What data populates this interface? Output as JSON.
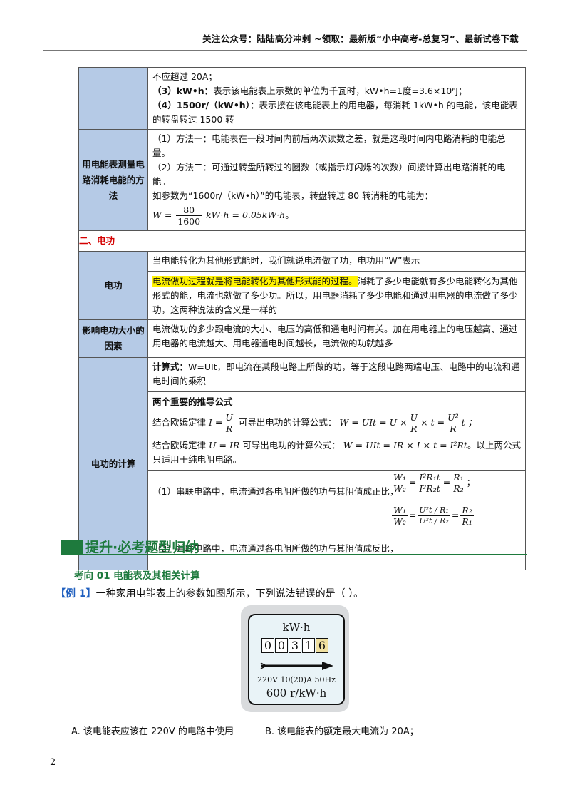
{
  "header": {
    "text": "关注公众号：陆陆高分冲刺  ~领取：最新版“小中高考-总复习”、最新试卷下载"
  },
  "table1": {
    "r1_l1": "不应超过 20A；",
    "r1_l2_b": "（3）kW•h：",
    "r1_l2": "表示该电能表上示数的单位为千瓦时，kW•h=1度=3.6×10⁶J；",
    "r1_l3_b": "（4）1500r/（kW•h）：",
    "r1_l3": "表示接在该电能表上的用电器，每消耗 1kW•h 的电能，该电能表的转盘转过 1500 转",
    "r2_left": "用电能表测量电路消耗电能的方法",
    "r2_l1": "（1）方法一：电能表在一段时间内前后两次读数之差，就是这段时间内电路消耗的电能总量。",
    "r2_l2": "（2）方法二：可通过转盘所转过的圈数（或指示灯闪烁的次数）间接计算出电路消耗的电能。",
    "r2_l3": "如参数为“1600r/（kW•h）”的电能表，转盘转过 80 转消耗的电能为：",
    "r2_f_w": "W =",
    "r2_f_num": "80",
    "r2_f_den": "1600",
    "r2_f_rest": "kW·h = 0.05kW·h",
    "r2_f_end": "。"
  },
  "section2": "二、电功",
  "table2": {
    "r1_left": "电功",
    "r1_l1": "当电能转化为其他形式能时，我们就说电流做了功，电功用“W”表示",
    "r1_hl": "电流做功过程就是将电能转化为其他形式能的过程。",
    "r1_l2": "消耗了多少电能就有多少电能转化为其他形式的能，电流也就做了多少功。所以，用电器消耗了多少电能和通过用电器的电流做了多少功，这两种说法的含义是一样的",
    "r2_left": "影响电功大小的因素",
    "r2_text": "电流做功的多少跟电流的大小、电压的高低和通电时间有关。加在用电器上的电压越高、通过用电器的电流越大、用电器通电时间越长，电流做的功就越多",
    "r3_left": "电功的计算",
    "r3_calc_b": "计算式：",
    "r3_calc": "W=UIt，即电流在某段电路上所做的功，等于这段电路两端电压、电路中的电流和通电时间的乘积",
    "r3_two": "两个重要的推导公式",
    "r3_p1_a": "结合欧姆定律",
    "r3_p1_b": "可导出电功的计算公式：",
    "r3_p1_f": "W = UIt = U ×",
    "r3_p1_f2": "× t =",
    "r3_p1_end": "t ；",
    "r3_p2_a": "结合欧姆定律",
    "r3_p2_f1": "U = IR",
    "r3_p2_b": "可导出电功的计算公式：",
    "r3_p2_f2": "W = UIt = IR × I × t = I²Rt",
    "r3_p2_c": "。以上两公式只适用于纯电阻电路。",
    "r3_series": "（1）串联电路中，电流通过各电阻所做的功与其阻值成正比，",
    "r3_parallel": "（2）并联电路中，电流通过各电阻所做的功与其阻值成反比，"
  },
  "banner": "提升·必考题型归纳",
  "kaoxiang": "考向 01  电能表及其相关计算",
  "example": {
    "tag": "【例 1】",
    "text": "一种家用电能表上的参数如图所示，下列说法错误的是（     ）。"
  },
  "meter": {
    "unit": "kW·h",
    "digits": [
      "0",
      "0",
      "3",
      "1",
      "6"
    ],
    "spec": "220V  10(20)A  50Hz",
    "rate": "600 r/kW·h"
  },
  "options": {
    "a": "A.  该电能表应该在 220V 的电路中使用",
    "b": "B.  该电能表的额定最大电流为 20A；"
  },
  "page_number": "2"
}
